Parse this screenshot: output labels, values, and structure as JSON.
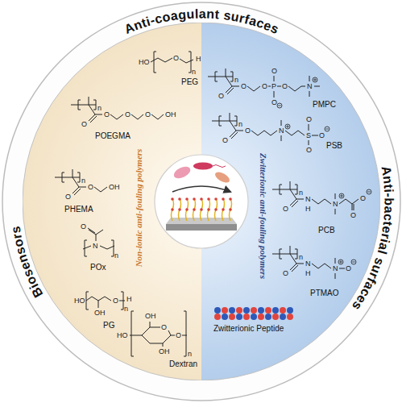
{
  "diagram": {
    "nodes": [
      {
        "text": [
          "Anti-coagulant surfaces",
          "Anti-bacterial surfaces",
          "Biosensors"
        ]
      },
      {
        "text": [
          "Non-ionic anti-fouling polymers"
        ],
        "in": 0
      },
      {
        "text": [
          "Zwitterionic anti-fouling polymers"
        ],
        "in": 0
      }
    ],
    "labels": [
      "HO",
      "O",
      "n",
      "H",
      "PEG",
      "O",
      "O",
      "O",
      "O",
      "OH",
      "n",
      "POEGMA",
      "O",
      "O",
      "OH",
      "n",
      "PHEMA",
      "O",
      "N",
      "n",
      "POx",
      "HO",
      "O",
      "H",
      "n",
      "OH",
      "PG",
      "HO",
      "OH",
      "O",
      "OH",
      "O",
      "n",
      "Dextran",
      "O",
      "O",
      "n",
      "O",
      "P",
      "O",
      "O",
      "O",
      "N",
      "PMPC",
      "O",
      "O",
      "n",
      "N",
      "S",
      "O",
      "O",
      "O",
      "PSB",
      "O",
      "N",
      "H",
      "n",
      "N",
      "O",
      "O",
      "PCB",
      "O",
      "N",
      "H",
      "n",
      "N",
      "O",
      "PTMAO",
      "Zwitterionic Peptide"
    ]
  }
}
